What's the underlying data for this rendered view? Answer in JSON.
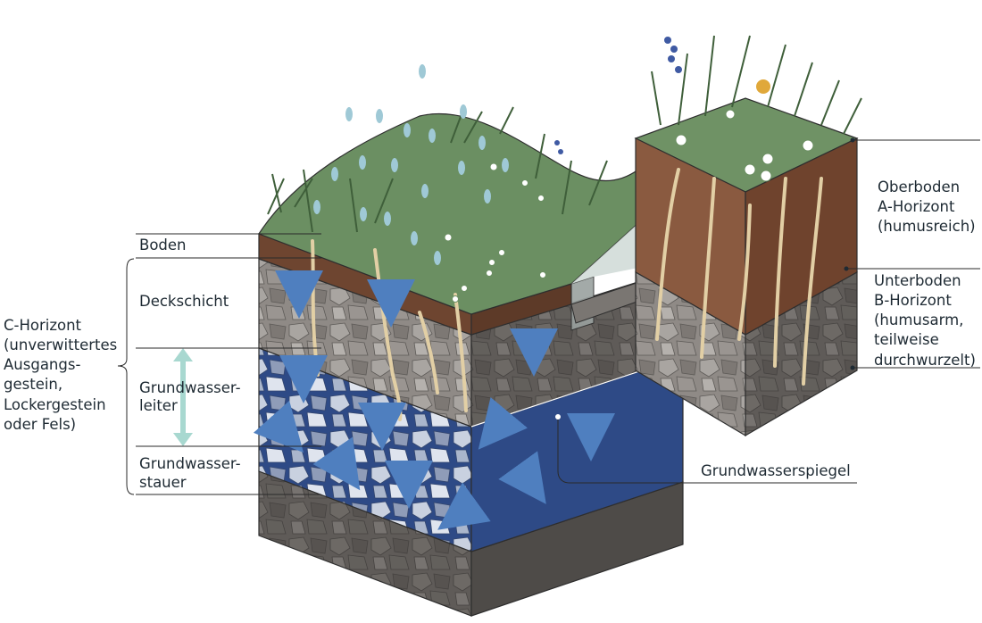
{
  "labels": {
    "boden": "Boden",
    "deckschicht": "Deckschicht",
    "grundwasserleiter": [
      "Grundwasser-",
      "leiter"
    ],
    "grundwasserstauer": [
      "Grundwasser-",
      "stauer"
    ],
    "c_horizont": [
      "C-Horizont",
      "(unverwittertes",
      "Ausgangs-",
      "gestein,",
      "Lockergestein",
      "oder Fels)"
    ],
    "oberboden": [
      "Oberboden",
      "A-Horizont",
      "(humusreich)"
    ],
    "unterboden": [
      "Unterboden",
      "B-Horizont",
      "(humusarm,",
      "teilweise",
      "durchwurzelt)"
    ],
    "grundwasserspiegel": "Grundwasserspiegel"
  },
  "colors": {
    "grass": "#6b8f62",
    "grass_dark": "#3f5f3a",
    "soil": "#7a4a33",
    "topsoil": "#8a5a40",
    "rock_light": "#a6a19c",
    "rock_mid": "#8a8580",
    "rock_dark": "#5f5b58",
    "water": "#2e4a86",
    "water_light": "#b9c4d9",
    "arrow": "#4f7fbf",
    "root": "#e2cfa5",
    "rain": "#9fc9d6",
    "double_arrow": "#a8d8d0"
  }
}
